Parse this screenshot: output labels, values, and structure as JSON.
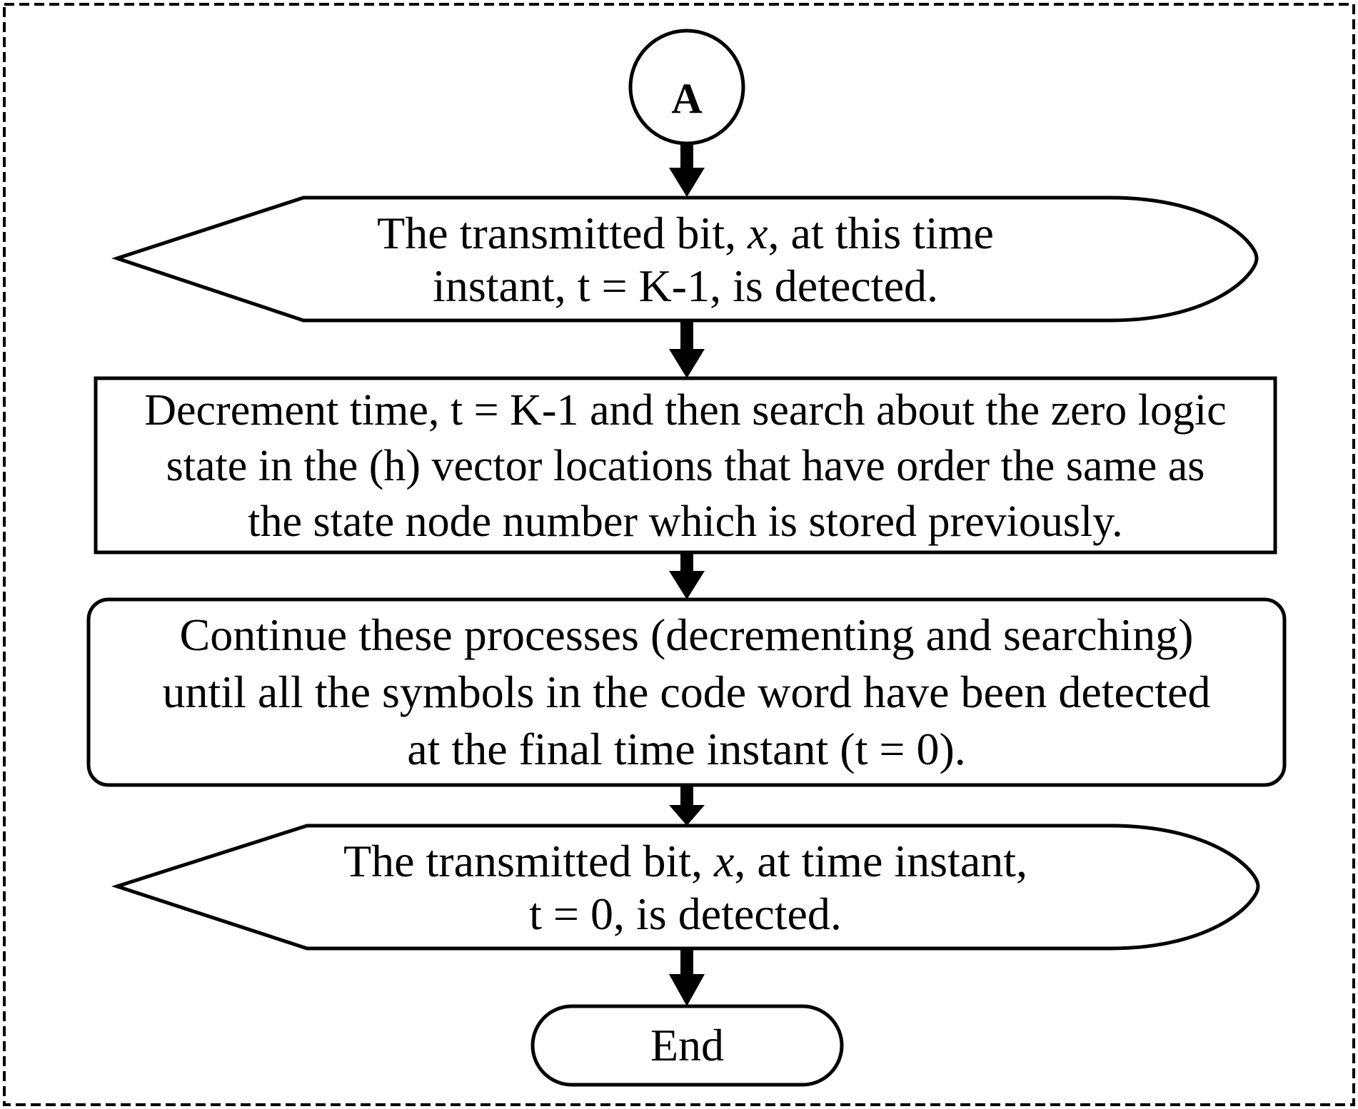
{
  "flowchart": {
    "connector_label": "A",
    "display_1": {
      "line1_pre": "The transmitted bit, ",
      "line1_var": "x",
      "line1_post": ", at this time",
      "line2": "instant, t = K-1, is detected."
    },
    "process_1": {
      "line1": "Decrement time, t = K-1 and then search about the zero logic",
      "line2": "state in the (h) vector locations that have order the same as",
      "line3": "the state node number which is stored previously."
    },
    "process_2": {
      "line1": "Continue these processes (decrementing and searching)",
      "line2": "until all the symbols in the code word have been detected",
      "line3": "at the final time instant (t = 0)."
    },
    "display_2": {
      "line1_pre": "The transmitted bit, ",
      "line1_var": "x",
      "line1_post": ", at time instant,",
      "line2": "t = 0, is detected."
    },
    "terminator_label": "End"
  }
}
